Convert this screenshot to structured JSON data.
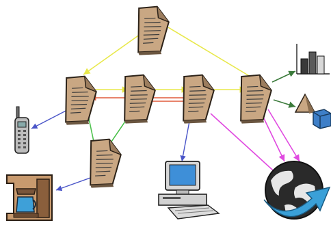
{
  "diagram": {
    "documents": [
      {
        "id": "doc-top",
        "icon": "document-icon"
      },
      {
        "id": "doc-left",
        "icon": "document-icon"
      },
      {
        "id": "doc-center-left",
        "icon": "document-icon"
      },
      {
        "id": "doc-center-right",
        "icon": "document-icon"
      },
      {
        "id": "doc-right",
        "icon": "document-icon"
      },
      {
        "id": "doc-lower",
        "icon": "document-icon"
      }
    ],
    "devices": [
      {
        "id": "phone",
        "icon": "cordless-phone-icon"
      },
      {
        "id": "coffee-maker",
        "icon": "coffee-maker-icon"
      },
      {
        "id": "computer",
        "icon": "desktop-computer-icon"
      },
      {
        "id": "globe",
        "icon": "globe-icon"
      },
      {
        "id": "bar-chart",
        "icon": "bar-chart-icon"
      },
      {
        "id": "shapes",
        "icon": "shapes-icon"
      }
    ],
    "links": [
      {
        "from": "doc-top",
        "to": "doc-left",
        "color": "#e8e84a"
      },
      {
        "from": "doc-top",
        "to": "doc-right",
        "color": "#e8e84a"
      },
      {
        "from": "doc-left",
        "to": "doc-center-left",
        "color": "#e8e84a"
      },
      {
        "from": "doc-center-left",
        "to": "doc-center-right",
        "color": "#e8e84a"
      },
      {
        "from": "doc-center-right",
        "to": "doc-right",
        "color": "#e8e84a"
      },
      {
        "from": "doc-right",
        "to": "doc-left",
        "color": "#e05a3a"
      },
      {
        "from": "doc-center-right",
        "to": "doc-center-left",
        "color": "#e05a3a"
      },
      {
        "from": "doc-left",
        "to": "doc-lower",
        "color": "#4fc24f"
      },
      {
        "from": "doc-center-left",
        "to": "doc-lower",
        "color": "#4fc24f"
      },
      {
        "from": "doc-left",
        "to": "phone",
        "color": "#4a55c8"
      },
      {
        "from": "doc-lower",
        "to": "coffee-maker",
        "color": "#4a55c8"
      },
      {
        "from": "doc-center-right",
        "to": "computer",
        "color": "#4a55c8"
      },
      {
        "from": "doc-center-right",
        "to": "globe",
        "color": "#e04ae0"
      },
      {
        "from": "doc-right",
        "to": "globe",
        "color": "#e04ae0"
      },
      {
        "from": "doc-right",
        "to": "bar-chart",
        "color": "#3a7a3a"
      },
      {
        "from": "doc-right",
        "to": "shapes",
        "color": "#3a7a3a"
      }
    ],
    "colors": {
      "document_fill": "#c9a783",
      "document_shadow": "#6b5640",
      "text_lines": "#3b3b3b",
      "screen": "#3e8fd8",
      "globe_dark": "#2a2a2a",
      "arrow_blue": "#3aa0d8"
    }
  }
}
